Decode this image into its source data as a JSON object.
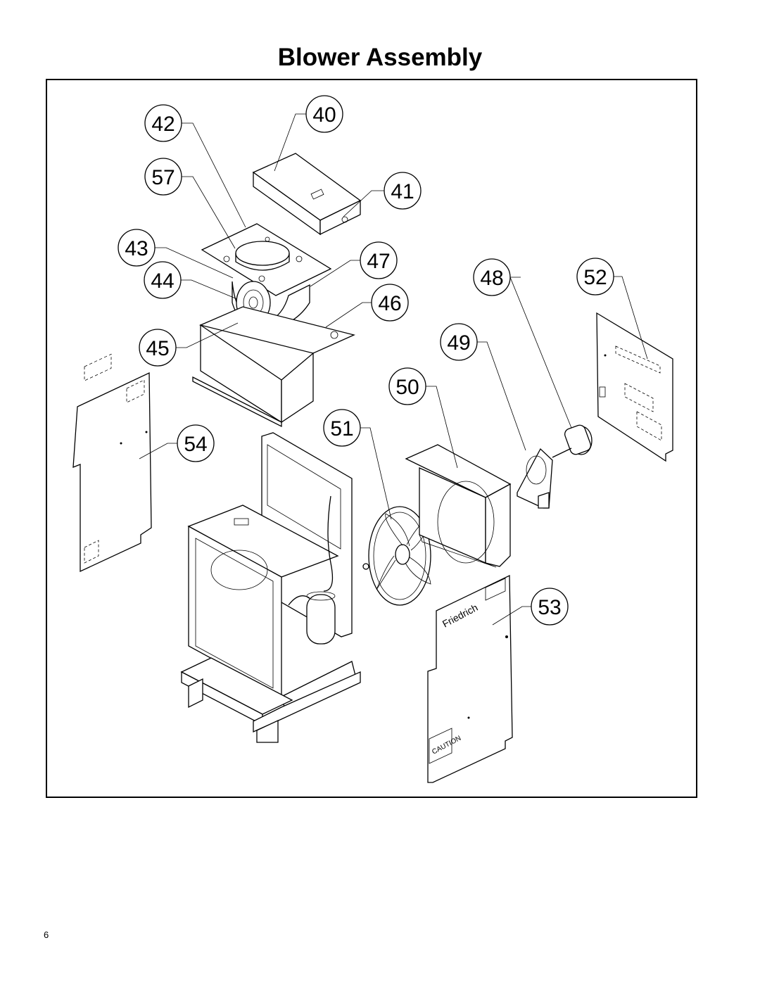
{
  "title": "Blower Assembly",
  "page_number": "6",
  "callouts": [
    {
      "id": "c40",
      "label": "40"
    },
    {
      "id": "c41",
      "label": "41"
    },
    {
      "id": "c42",
      "label": "42"
    },
    {
      "id": "c43",
      "label": "43"
    },
    {
      "id": "c44",
      "label": "44"
    },
    {
      "id": "c45",
      "label": "45"
    },
    {
      "id": "c46",
      "label": "46"
    },
    {
      "id": "c47",
      "label": "47"
    },
    {
      "id": "c48",
      "label": "48"
    },
    {
      "id": "c49",
      "label": "49"
    },
    {
      "id": "c50",
      "label": "50"
    },
    {
      "id": "c51",
      "label": "51"
    },
    {
      "id": "c52",
      "label": "52"
    },
    {
      "id": "c53",
      "label": "53"
    },
    {
      "id": "c54",
      "label": "54"
    },
    {
      "id": "c57",
      "label": "57"
    }
  ],
  "panel_texts": {
    "brand": "Friedrich",
    "caution": "CAUTION"
  }
}
